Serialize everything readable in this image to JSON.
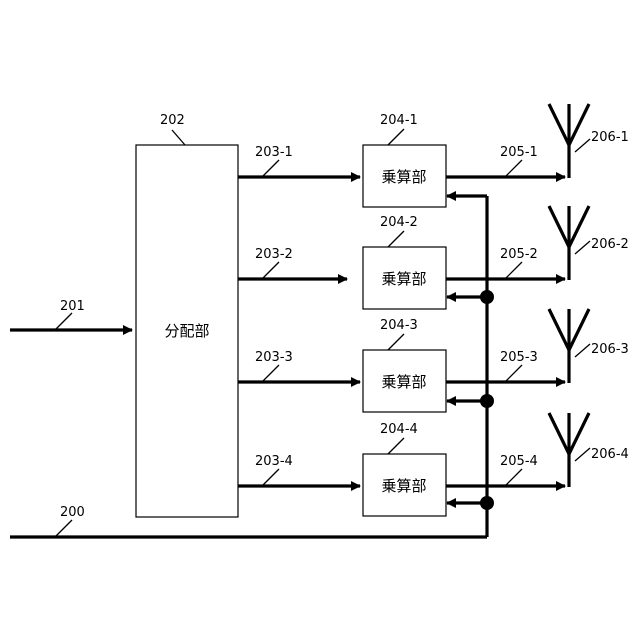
{
  "labels": {
    "bus": "200",
    "input": "201",
    "distributor": "202",
    "dist_outputs": [
      "203-1",
      "203-2",
      "203-3",
      "203-4"
    ],
    "multipliers": [
      "204-1",
      "204-2",
      "204-3",
      "204-4"
    ],
    "mult_outputs": [
      "205-1",
      "205-2",
      "205-3",
      "205-4"
    ],
    "antennas": [
      "206-1",
      "206-2",
      "206-3",
      "206-4"
    ]
  },
  "blocks": {
    "distributor_text": "分配部",
    "multiplier_text": "乗算部"
  }
}
